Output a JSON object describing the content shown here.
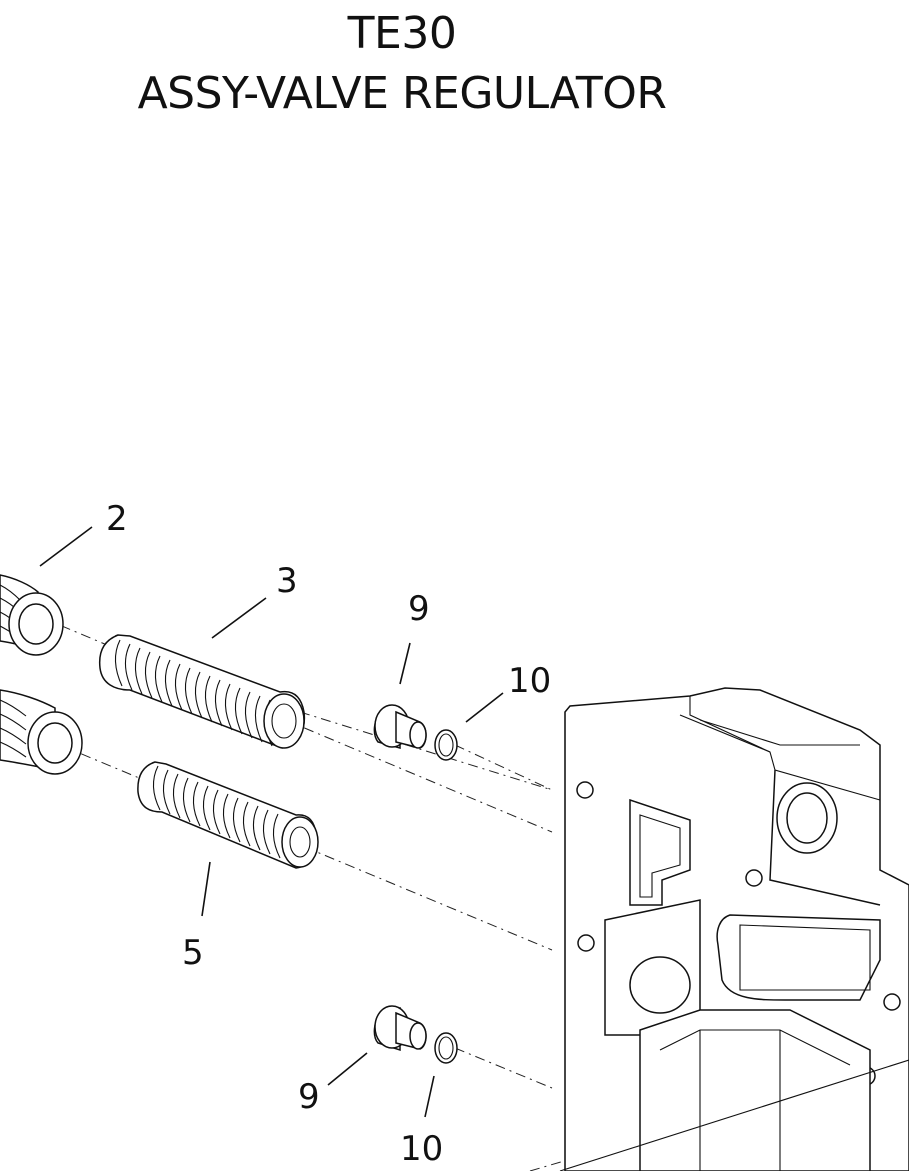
{
  "title": {
    "line1": "TE30",
    "line2": "ASSY-VALVE REGULATOR"
  },
  "callouts": {
    "c2": "2",
    "c3": "3",
    "c9a": "9",
    "c10a": "10",
    "c5": "5",
    "c9b": "9",
    "c10b": "10"
  },
  "colors": {
    "line": "#111111",
    "background": "#ffffff"
  }
}
